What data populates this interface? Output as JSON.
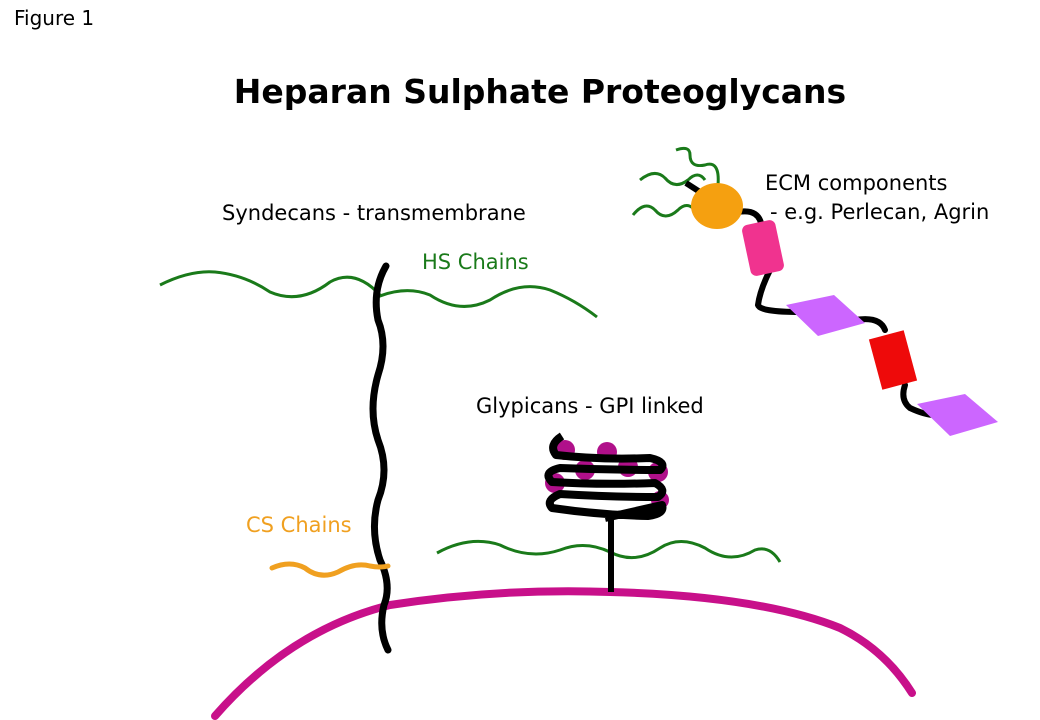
{
  "figure_label": "Figure 1",
  "title": "Heparan Sulphate Proteoglycans",
  "labels": {
    "syndecans": "Syndecans - transmembrane",
    "hs_chains": "HS Chains",
    "cs_chains": "CS Chains",
    "glypicans": "Glypicans - GPI linked",
    "ecm_line1": "ECM components",
    "ecm_line2": "- e.g. Perlecan, Agrin"
  },
  "colors": {
    "membrane": "#c8108a",
    "hs_chain": "#1a7a1a",
    "cs_chain": "#f0a020",
    "core_protein": "#000000",
    "ecm_globule": "#f5a010",
    "ecm_pink": "#f0338f",
    "ecm_purple": "#cc66ff",
    "ecm_red": "#ee0a0a",
    "glypican_dots": "#b0108a"
  }
}
